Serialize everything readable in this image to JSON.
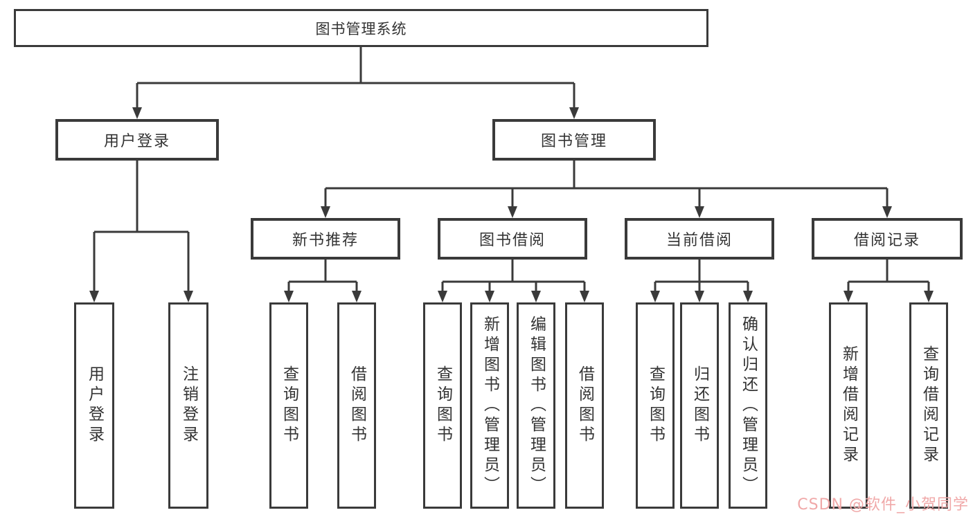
{
  "diagram": {
    "root": {
      "label": "图书管理系统"
    },
    "branches": [
      {
        "label": "用户登录",
        "children": [
          {
            "label": "用户登录"
          },
          {
            "label": "注销登录"
          }
        ]
      },
      {
        "label": "图书管理",
        "children": [
          {
            "label": "新书推荐",
            "children": [
              {
                "label": "查询图书"
              },
              {
                "label": "借阅图书"
              }
            ]
          },
          {
            "label": "图书借阅",
            "children": [
              {
                "label": "查询图书"
              },
              {
                "label": "新增图书（管理员）"
              },
              {
                "label": "编辑图书（管理员）"
              },
              {
                "label": "借阅图书"
              }
            ]
          },
          {
            "label": "当前借阅",
            "children": [
              {
                "label": "查询图书"
              },
              {
                "label": "归还图书"
              },
              {
                "label": "确认归还（管理员）"
              }
            ]
          },
          {
            "label": "借阅记录",
            "children": [
              {
                "label": "新增借阅记录"
              },
              {
                "label": "查询借阅记录"
              }
            ]
          }
        ]
      }
    ],
    "watermark": "CSDN @软件_小贺同学"
  },
  "colors": {
    "line": "#3a3a3a",
    "border": "#3a3a3a",
    "text": "#333333",
    "watermark": "#f0a8a8",
    "background": "#ffffff"
  }
}
